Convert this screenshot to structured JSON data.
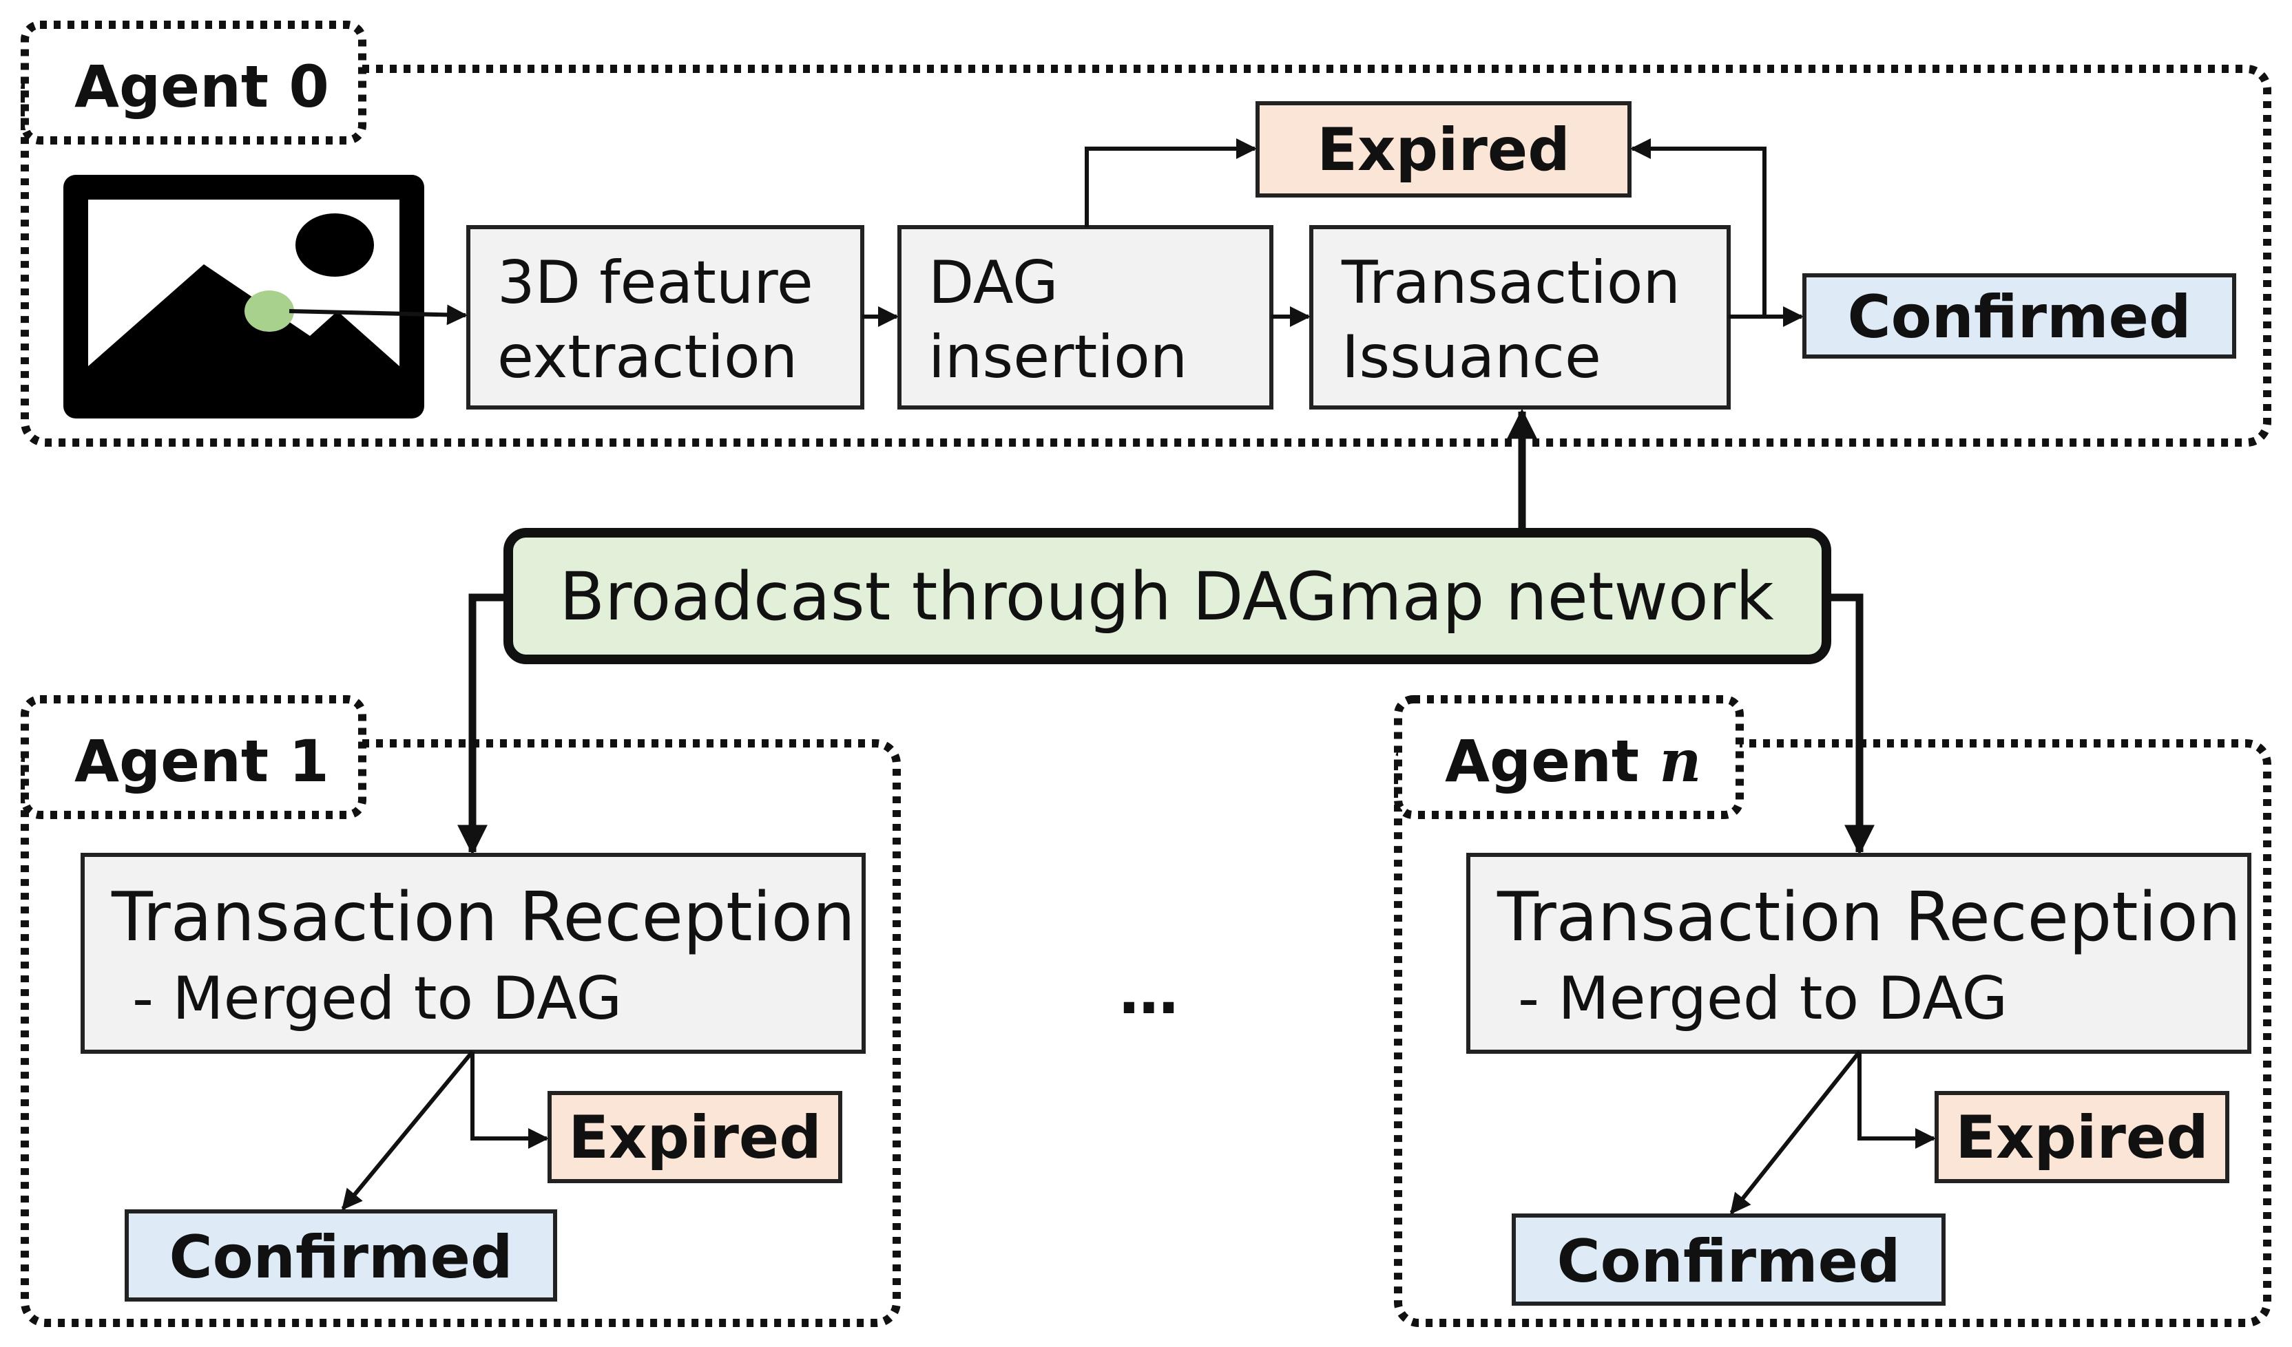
{
  "colors": {
    "process_fill": "#f2f2f2",
    "expired_fill": "#fbe5d6",
    "confirmed_fill": "#deebf7",
    "broadcast_fill": "#e2f0d9",
    "image_dot": "#a9d18e"
  },
  "agent0": {
    "label_prefix": "Agent ",
    "label_index": "0",
    "icon": "image-icon",
    "steps": [
      {
        "lines": [
          "3D feature",
          "extraction"
        ]
      },
      {
        "lines": [
          "DAG",
          "insertion"
        ]
      },
      {
        "lines": [
          "Transaction",
          "Issuance"
        ]
      }
    ],
    "expired": "Expired",
    "confirmed": "Confirmed"
  },
  "broadcast": "Broadcast through DAGmap network",
  "agent1": {
    "label_prefix": "Agent ",
    "label_index": "1",
    "reception_title": "Transaction Reception",
    "reception_sub": "- Merged to DAG",
    "expired": "Expired",
    "confirmed": "Confirmed"
  },
  "ellipsis": "…",
  "agentN": {
    "label_prefix": "Agent ",
    "label_index": "n",
    "reception_title": "Transaction Reception",
    "reception_sub": "- Merged to DAG",
    "expired": "Expired",
    "confirmed": "Confirmed"
  }
}
